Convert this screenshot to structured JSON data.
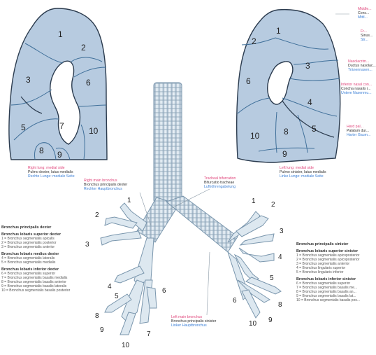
{
  "right_lung": {
    "segments": [
      "1",
      "2",
      "3",
      "6",
      "5",
      "7",
      "10",
      "8",
      "9"
    ],
    "caption": {
      "line1": "Right lung: medial side",
      "line2": "Pulmo dexter, latus medialis",
      "line3": "Rechte Lunge: mediale Seite"
    }
  },
  "left_lung": {
    "segments": [
      "1",
      "2",
      "3",
      "6",
      "4",
      "10",
      "8",
      "5",
      "9"
    ],
    "caption": {
      "line1": "Left lung: medial side",
      "line2": "Pulmo sinister, latus medialis",
      "line3": "Linke Lunge: mediale Seite"
    }
  },
  "top_right_labels": [
    {
      "line1": "Middle...",
      "line2": "Conc...",
      "line3": "Mittl..."
    },
    {
      "line1": "Fr...",
      "line2": "Sinus...",
      "line3": "Str..."
    },
    {
      "line1": "Nasolacrim...",
      "line2": "Ductus nasolac...",
      "line3": "Tränennasen..."
    },
    {
      "line1": "Inferior nasal con...",
      "line2": "Concha nasalis i...",
      "line3": "Untere Nasenmu..."
    },
    {
      "line1": "Hard pal...",
      "line2": "Palatum dur...",
      "line3": "Harter Gaum..."
    }
  ],
  "callouts": {
    "right_main_bronchus": {
      "line1": "Right main bronchus",
      "line2": "Bronchus principalis dexter",
      "line3": "Rechter Hauptbronchus"
    },
    "tracheal_bifurcation": {
      "line1": "Tracheal bifurcation",
      "line2": "Bifurcatio tracheae",
      "line3": "Luftröhrengabelung"
    },
    "left_main_bronchus": {
      "line1": "Left main bronchus",
      "line2": "Bronchus principalis sinister",
      "line3": "Linker Hauptbronchus"
    }
  },
  "bronchi_right_labels": [
    "1",
    "2",
    "3",
    "4",
    "5",
    "6",
    "8",
    "9",
    "7",
    "10"
  ],
  "bronchi_left_labels": [
    "1",
    "2",
    "3",
    "4",
    "5",
    "6",
    "8",
    "10",
    "9"
  ],
  "legend_left": {
    "title": "Bronchus principalis dexter",
    "groups": [
      {
        "heading": "Bronchus lobaris superior dexter",
        "items": [
          "1 = Bronchus segmentalis apicalis",
          "2 = Bronchus segmentalis posterior",
          "3 = Bronchus segmentalis anterior"
        ]
      },
      {
        "heading": "Bronchus lobaris medius dexter",
        "items": [
          "4 = Bronchus segmentalis lateralis",
          "5 = Bronchus segmentalis medialis"
        ]
      },
      {
        "heading": "Bronchus lobaris inferior dexter",
        "items": [
          "6 = Bronchus segmentalis superior",
          "7 = Bronchus segmentalis basalis medialis",
          "8 = Bronchus segmentalis basalis anterior",
          "9 = Bronchus segmentalis basalis lateralis",
          "10 = Bronchus segmentalis basalis posterior"
        ]
      }
    ]
  },
  "legend_right": {
    "title": "Bronchus principalis sinister",
    "groups": [
      {
        "heading": "Bronchus lobaris superior sinister",
        "items": [
          "1 = Bronchus segmentalis apicoposterior",
          "2 = Bronchus segmentalis apicoposterior",
          "3 = Bronchus segmentalis anterior",
          "4 = Bronchus lingularis superior",
          "5 = Bronchus lingularis inferior"
        ]
      },
      {
        "heading": "Bronchus lobaris inferior sinister",
        "items": [
          "6 = Bronchus segmentalis superior",
          "7 = Bronchus segmentalis basalis me...",
          "8 = Bronchus segmentalis basalis an...",
          "9 = Bronchus segmentalis basalis lat...",
          "10 = Bronchus segmentalis basalis pos..."
        ]
      }
    ]
  },
  "colors": {
    "lung_fill": "#b7cbe0",
    "lung_stroke": "#2b3b4e",
    "segment_line": "#3f6f99",
    "airway_fill": "#dfe9f1",
    "airway_stroke": "#7a96ad",
    "pink": "#e0457b",
    "blue": "#3b7fd6"
  }
}
